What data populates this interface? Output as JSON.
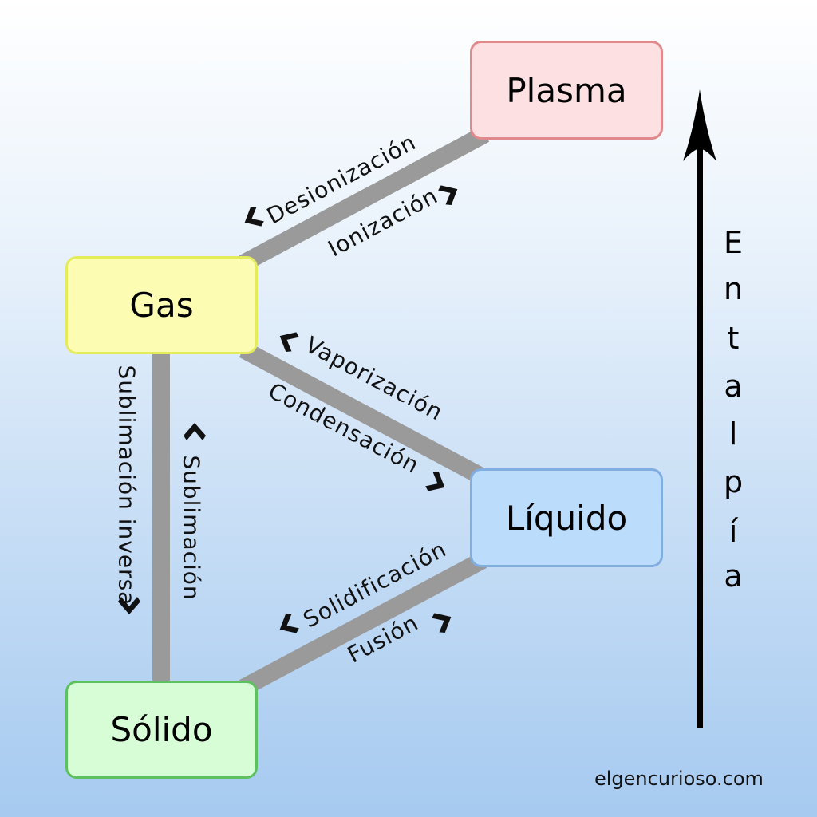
{
  "diagram": {
    "title": "Cambios de estado de la materia",
    "nodes": {
      "plasma": {
        "label": "Plasma",
        "fill": "#fde0e1",
        "border": "#e08a8d"
      },
      "gas": {
        "label": "Gas",
        "fill": "#fcfdb3",
        "border": "#e5ec5c"
      },
      "liquido": {
        "label": "Líquido",
        "fill": "#bcdcfb",
        "border": "#80aee0"
      },
      "solido": {
        "label": "Sólido",
        "fill": "#d6fdd6",
        "border": "#5dc15f"
      }
    },
    "edges": [
      {
        "from": "gas",
        "to": "plasma",
        "forward_label": "Ionización",
        "backward_label": "Desionización"
      },
      {
        "from": "liquido",
        "to": "gas",
        "forward_label": "Vaporización",
        "backward_label": "Condensación"
      },
      {
        "from": "solido",
        "to": "liquido",
        "forward_label": "Fusión",
        "backward_label": "Solidificación"
      },
      {
        "from": "solido",
        "to": "gas",
        "forward_label": "Sublimación",
        "backward_label": "Sublimación inversa"
      }
    ],
    "connector_color": "#9a9a9a",
    "axis": {
      "label": "Entalpía",
      "letters": [
        "E",
        "n",
        "t",
        "a",
        "l",
        "p",
        "í",
        "a"
      ],
      "direction": "up"
    },
    "watermark": "elgencurioso.com"
  }
}
